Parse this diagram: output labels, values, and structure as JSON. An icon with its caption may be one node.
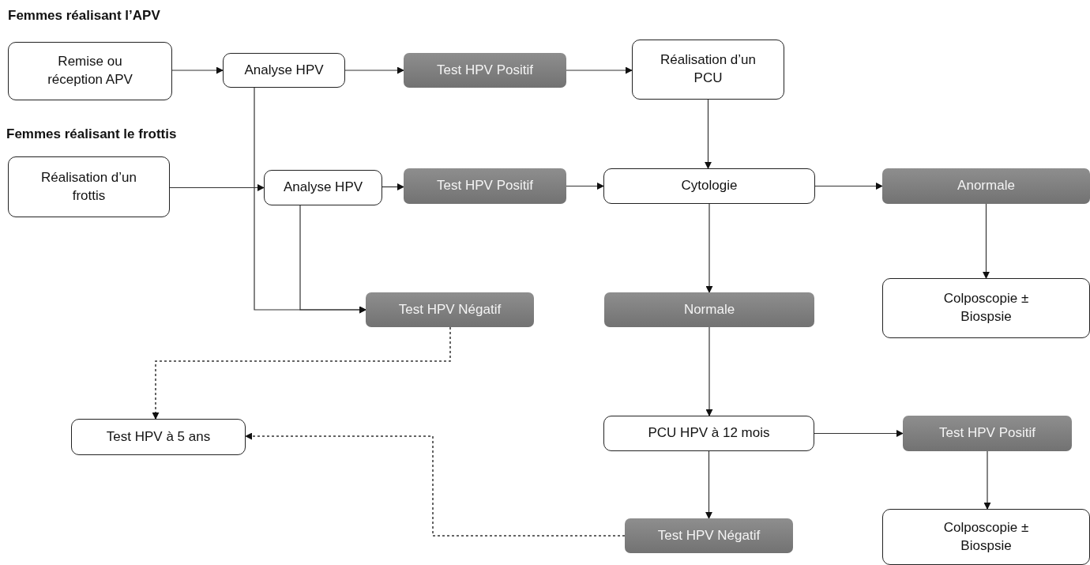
{
  "diagram": {
    "nodes": [
      {
        "text": [
          "Remise ou réception APV"
        ]
      },
      {
        "text": [
          "Analyse HPV"
        ]
      },
      {
        "text": [
          "Test HPV Positif"
        ]
      },
      {
        "text": [
          "Réalisation d’un PCU"
        ]
      },
      {
        "text": [
          "Réalisation d’un frottis"
        ]
      },
      {
        "text": [
          "Analyse HPV"
        ]
      },
      {
        "text": [
          "Test HPV Positif"
        ]
      },
      {
        "text": [
          "Cytologie"
        ]
      },
      {
        "text": [
          "Anormale"
        ]
      },
      {
        "text": [
          "Test HPV Négatif"
        ]
      },
      {
        "text": [
          "Normale"
        ]
      },
      {
        "text": [
          "Colposcopie ± Biospsie"
        ]
      },
      {
        "text": [
          "Test HPV à 5 ans"
        ]
      },
      {
        "text": [
          "PCU HPV à 12 mois"
        ]
      },
      {
        "text": [
          "Test HPV Positif"
        ]
      },
      {
        "text": [
          "Test HPV Négatif"
        ]
      },
      {
        "text": [
          "Colposcopie ± Biospsie"
        ]
      }
    ],
    "edges": [
      {
        "from": 0,
        "to": 1,
        "arrow": "to"
      },
      {
        "from": 1,
        "to": 2,
        "arrow": "to"
      },
      {
        "from": 2,
        "to": 3,
        "arrow": "to"
      },
      {
        "from": 3,
        "to": 7,
        "arrow": "to"
      },
      {
        "from": 4,
        "to": 5,
        "arrow": "to"
      },
      {
        "from": 5,
        "to": 6,
        "arrow": "to"
      },
      {
        "from": 6,
        "to": 7,
        "arrow": "to"
      },
      {
        "from": 7,
        "to": 8,
        "arrow": "to"
      },
      {
        "from": 8,
        "to": 11,
        "arrow": "to"
      },
      {
        "from": 7,
        "to": 10,
        "arrow": "to"
      },
      {
        "from": 1,
        "to": 9,
        "arrow": "to"
      },
      {
        "from": 5,
        "to": 9,
        "arrow": "to"
      },
      {
        "from": 10,
        "to": 13,
        "arrow": "to"
      },
      {
        "from": 13,
        "to": 14,
        "arrow": "to"
      },
      {
        "from": 14,
        "to": 16,
        "arrow": "to"
      },
      {
        "from": 13,
        "to": 15,
        "arrow": "to"
      },
      {
        "from": 9,
        "to": 12,
        "arrow": "to",
        "style": "dashed"
      },
      {
        "from": 15,
        "to": 12,
        "arrow": "to",
        "style": "dashed"
      }
    ],
    "labels": [
      "Femmes réalisant l’APV",
      "Femmes réalisant le frottis"
    ]
  }
}
